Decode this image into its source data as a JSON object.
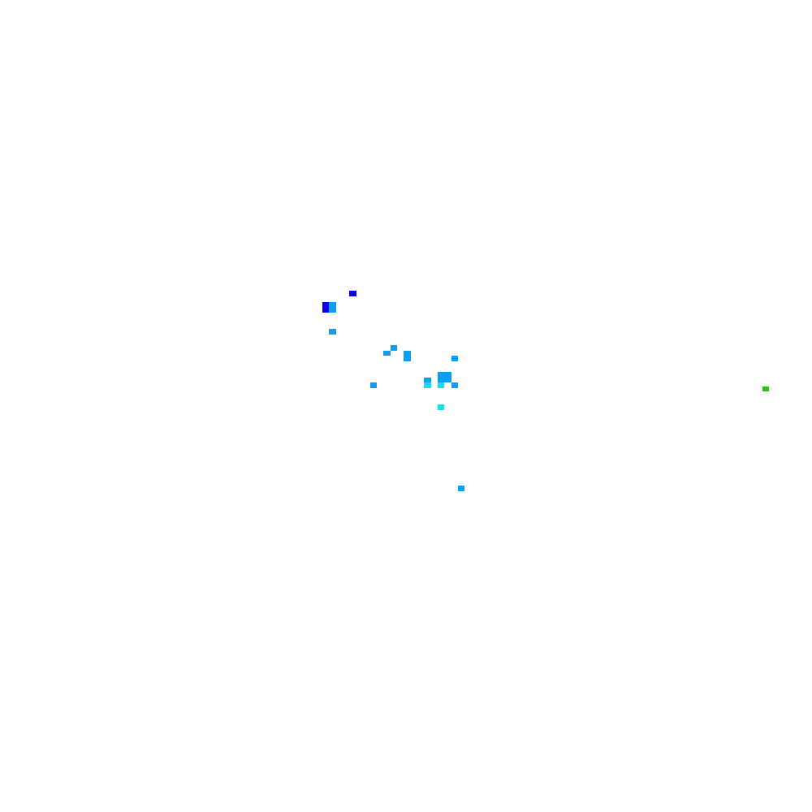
{
  "map": {
    "background": "#ffffff",
    "legend": [],
    "palette": {
      "deep-blue": "#0a00e6",
      "sky-blue": "#0a9ff0",
      "cyan": "#1adcf0",
      "green": "#22c80a"
    },
    "cells": [
      {
        "category": "deep-blue",
        "count": 3
      },
      {
        "category": "sky-blue",
        "count": 16
      },
      {
        "category": "cyan",
        "count": 3
      },
      {
        "category": "green",
        "count": 1
      }
    ]
  }
}
